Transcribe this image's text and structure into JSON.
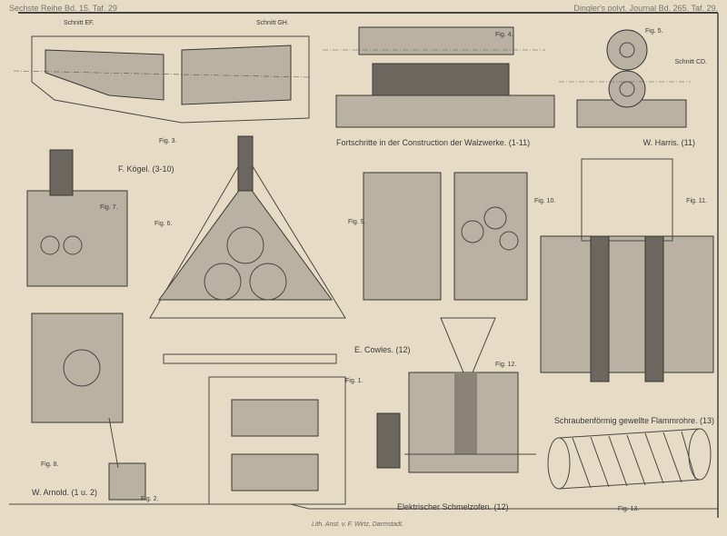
{
  "header": {
    "left": "Sechste Reihe Bd. 15. Taf. 29",
    "right": "Dingler's polyt. Journal Bd. 265. Taf. 29."
  },
  "labels": {
    "schnitt_ef": "Schnitt EF.",
    "schnitt_gh": "Schnitt GH.",
    "fig3": "Fig. 3.",
    "fig4": "Fig. 4.",
    "fig5": "Fig. 5.",
    "schnitt_cd": "Schnitt CD.",
    "title_main": "Fortschritte in der Construction der Walzwerke. (1-11)",
    "harris": "W. Harris. (11)",
    "koegel": "F. Kögel. (3-10)",
    "fig7": "Fig. 7.",
    "fig6": "Fig. 6.",
    "fig9": "Fig. 9.",
    "fig10": "Fig. 10.",
    "fig11": "Fig. 11.",
    "cowles": "E. Cowles. (12)",
    "fig12": "Fig. 12.",
    "fig1": "Fig. 1.",
    "fig8": "Fig. 8.",
    "arnold": "W. Arnold. (1 u. 2)",
    "fig2": "Fig. 2.",
    "flammrohre": "Schraubenförmig gewellte Flammrohre. (13)",
    "schmelzofen": "Elektrischer Schmelzofen. (12)",
    "fig13": "Fig. 13."
  },
  "footer": {
    "imprint": "Lith. Anst. v. F. Wirtz, Darmstadt."
  }
}
